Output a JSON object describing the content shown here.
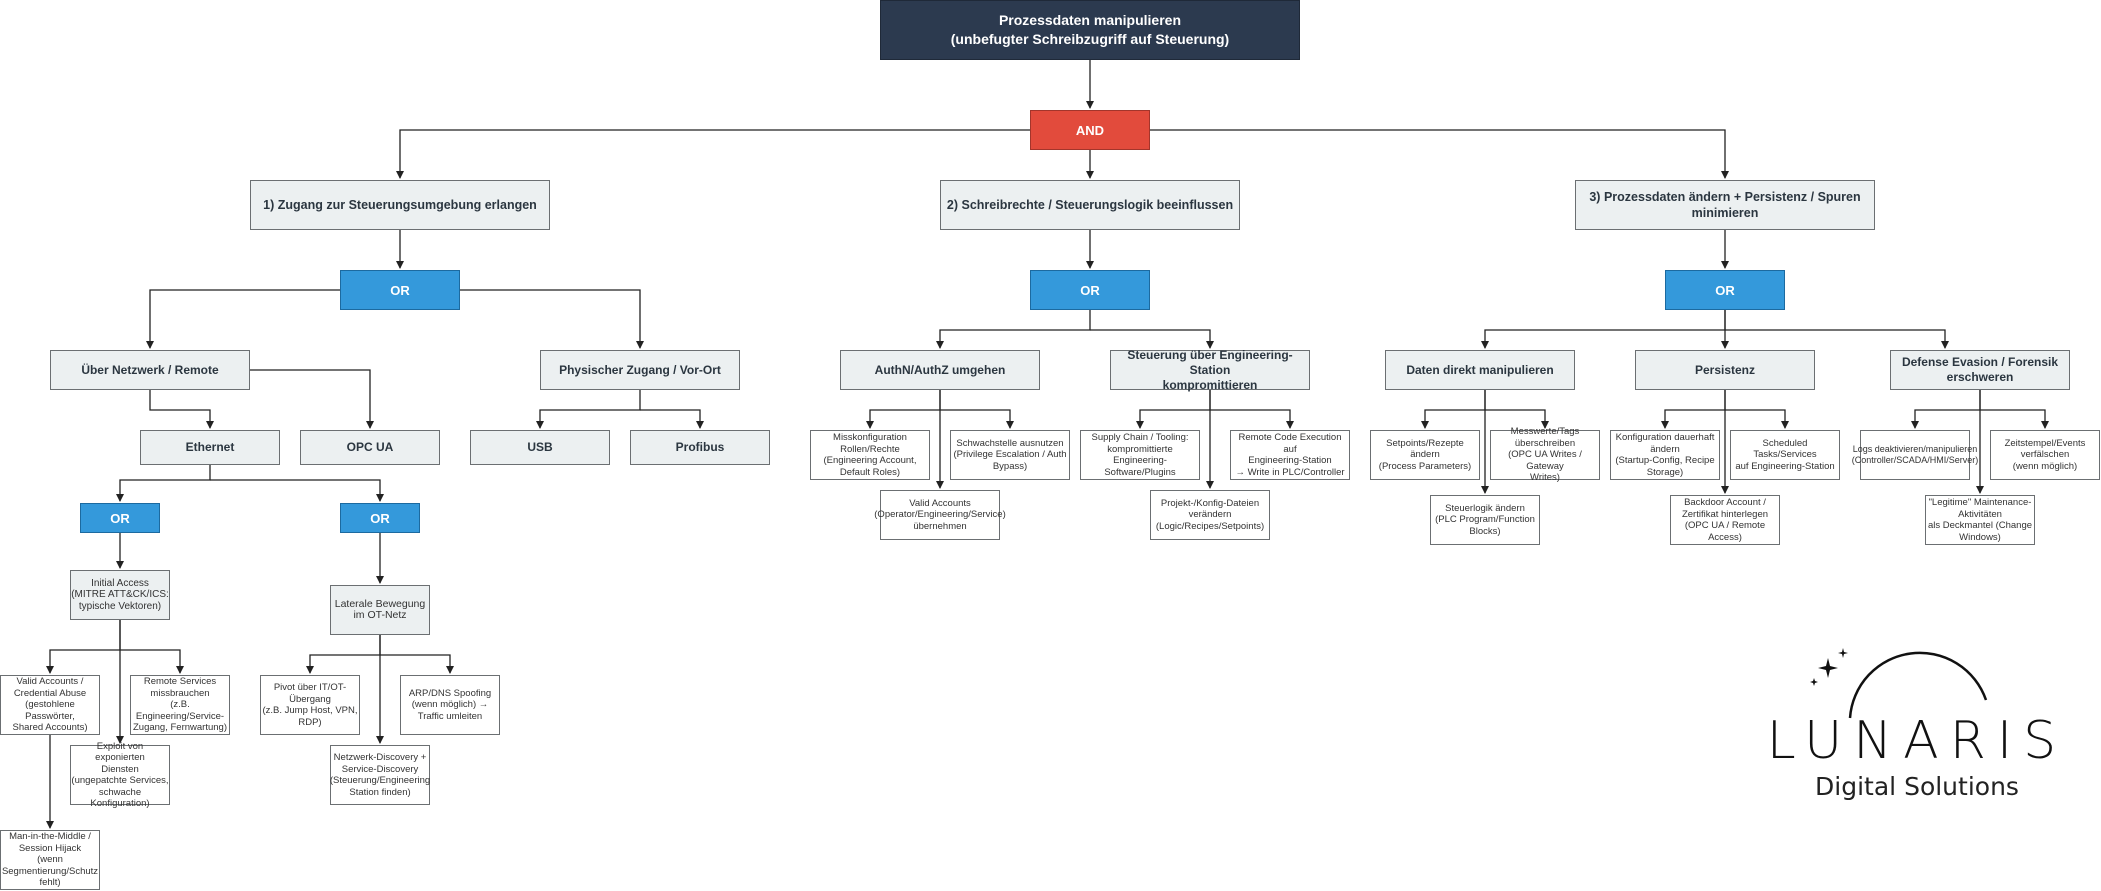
{
  "nodes": {
    "root": "Prozessdaten manipulieren\n(unbefugter Schreibzugriff auf Steuerung)",
    "and": "AND",
    "b1": "1) Zugang zur Steuerungsumgebung erlangen",
    "b2": "2) Schreibrechte / Steuerungslogik beeinflussen",
    "b3": "3) Prozessdaten ändern + Persistenz / Spuren\nminimieren",
    "or1": "OR",
    "or2": "OR",
    "or3": "OR",
    "netz": "Über Netzwerk / Remote",
    "phys": "Physischer Zugang / Vor-Ort",
    "eth": "Ethernet",
    "opcua": "OPC UA",
    "usb": "USB",
    "profibus": "Profibus",
    "or_eth_a": "OR",
    "or_eth_b": "OR",
    "initial": "Initial Access\n(MITRE ATT&CK/ICS:\ntypische Vektoren)",
    "lateral": "Laterale Bewegung\nim OT-Netz",
    "valid1": "Valid Accounts /\nCredential Abuse\n(gestohlene Passwörter,\nShared Accounts)",
    "exploit": "Exploit von exponierten\nDiensten\n(ungepatchte Services,\nschwache\nKonfiguration)",
    "remote": "Remote Services\nmissbrauchen\n(z.B.\nEngineering/Service-\nZugang, Fernwartung)",
    "mitm": "Man-in-the-Middle /\nSession Hijack\n(wenn\nSegmentierung/Schutz\nfehlt)",
    "pivot": "Pivot über IT/OT-\nÜbergang\n(z.B. Jump Host, VPN,\nRDP)",
    "discovery": "Netzwerk-Discovery +\nService-Discovery\n(Steuerung/Engineering\nStation finden)",
    "arp": "ARP/DNS Spoofing\n(wenn möglich) →\nTraffic umleiten",
    "authn": "AuthN/AuthZ umgehen",
    "eng": "Steuerung über Engineering-Station\nkompromittieren",
    "miss": "Misskonfiguration\nRollen/Rechte\n(Engineering Account,\nDefault Roles)",
    "valid2": "Valid Accounts\n(Operator/Engineering/Service)\nübernehmen",
    "schwach": "Schwachstelle ausnutzen\n(Privilege Escalation / Auth\nBypass)",
    "supply": "Supply Chain / Tooling:\nkompromittierte Engineering-\nSoftware/Plugins",
    "projekt": "Projekt-/Konfig-Dateien\nverändern\n(Logic/Recipes/Setpoints)",
    "rce": "Remote Code Execution auf\nEngineering-Station\n→ Write in PLC/Controller",
    "daten": "Daten direkt manipulieren",
    "pers": "Persistenz",
    "defense": "Defense Evasion / Forensik\nerschweren",
    "setpoints": "Setpoints/Rezepte ändern\n(Process Parameters)",
    "logik": "Steuerlogik ändern\n(PLC Program/Function\nBlocks)",
    "messwerte": "Messwerte/Tags\nüberschreiben\n(OPC UA Writes / Gateway\nWrites)",
    "konfig": "Konfiguration dauerhaft\nändern\n(Startup-Config, Recipe\nStorage)",
    "backdoor": "Backdoor Account /\nZertifikat hinterlegen\n(OPC UA / Remote\nAccess)",
    "sched": "Scheduled Tasks/Services\nauf Engineering-Station",
    "logs": "Logs deaktivieren/manipulieren\n(Controller/SCADA/HMI/Server)",
    "legit": "\"Legitime\" Maintenance-\nAktivitäten\nals Deckmantel (Change\nWindows)",
    "zeit": "Zeitstempel/Events\nverfälschen\n(wenn möglich)"
  },
  "logo": {
    "title": "LUNARIS",
    "subtitle": "Digital Solutions"
  },
  "colors": {
    "root": "#2c3a4f",
    "and": "#e24b3c",
    "or": "#3499db",
    "category": "#ecf0f1",
    "edge": "#222222"
  }
}
